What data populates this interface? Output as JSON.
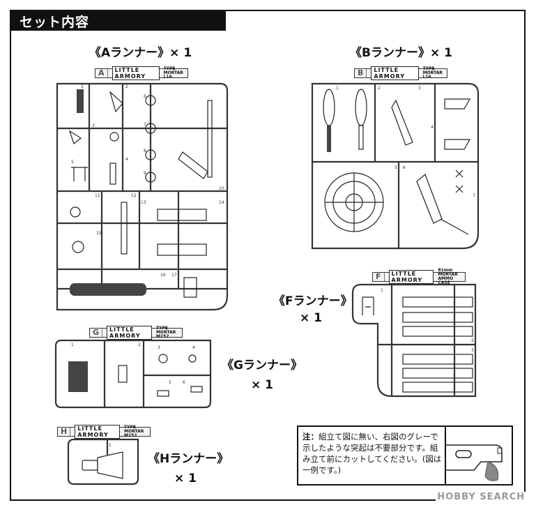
{
  "header": {
    "title": "セット内容"
  },
  "runners": {
    "A": {
      "label": "《Aランナー》",
      "count": "× 1",
      "letter": "A",
      "logo": "LITTLE ARMORY",
      "type": "TYPE\nMORTAR L16",
      "numbers": [
        "1",
        "2",
        "3",
        "4",
        "5",
        "6",
        "7",
        "8",
        "9",
        "10",
        "11",
        "12",
        "13",
        "14",
        "15",
        "16",
        "17"
      ]
    },
    "B": {
      "label": "《Bランナー》",
      "count": "× 1",
      "letter": "B",
      "logo": "LITTLE ARMORY",
      "type": "TYPE\nMORTAR L16",
      "numbers": [
        "1",
        "2",
        "3",
        "4",
        "5",
        "6",
        "7"
      ]
    },
    "F": {
      "label": "《Fランナー》",
      "count": "× 1",
      "letter": "F",
      "logo": "LITTLE ARMORY",
      "type": "81mm MORTAR\nAMMO CASE",
      "numbers": [
        "1",
        "2",
        "3"
      ]
    },
    "G": {
      "label": "《Gランナー》",
      "count": "× 1",
      "letter": "G",
      "logo": "LITTLE ARMORY",
      "type": "TYPE\nMORTAR M252",
      "numbers": [
        "1",
        "2",
        "3",
        "4",
        "5",
        "6"
      ]
    },
    "H": {
      "label": "《Hランナー》",
      "count": "× 1",
      "letter": "H",
      "logo": "LITTLE ARMORY",
      "type": "TYPE\nMORTAR M252",
      "numbers": [
        "1"
      ]
    }
  },
  "note": {
    "lead": "注：",
    "text": "組立て図に無い、右図のグレーで示したような突起は不要部分です。組み立て前にカットしてください。(図は一例です。)"
  },
  "watermark": "HOBBY SEARCH"
}
